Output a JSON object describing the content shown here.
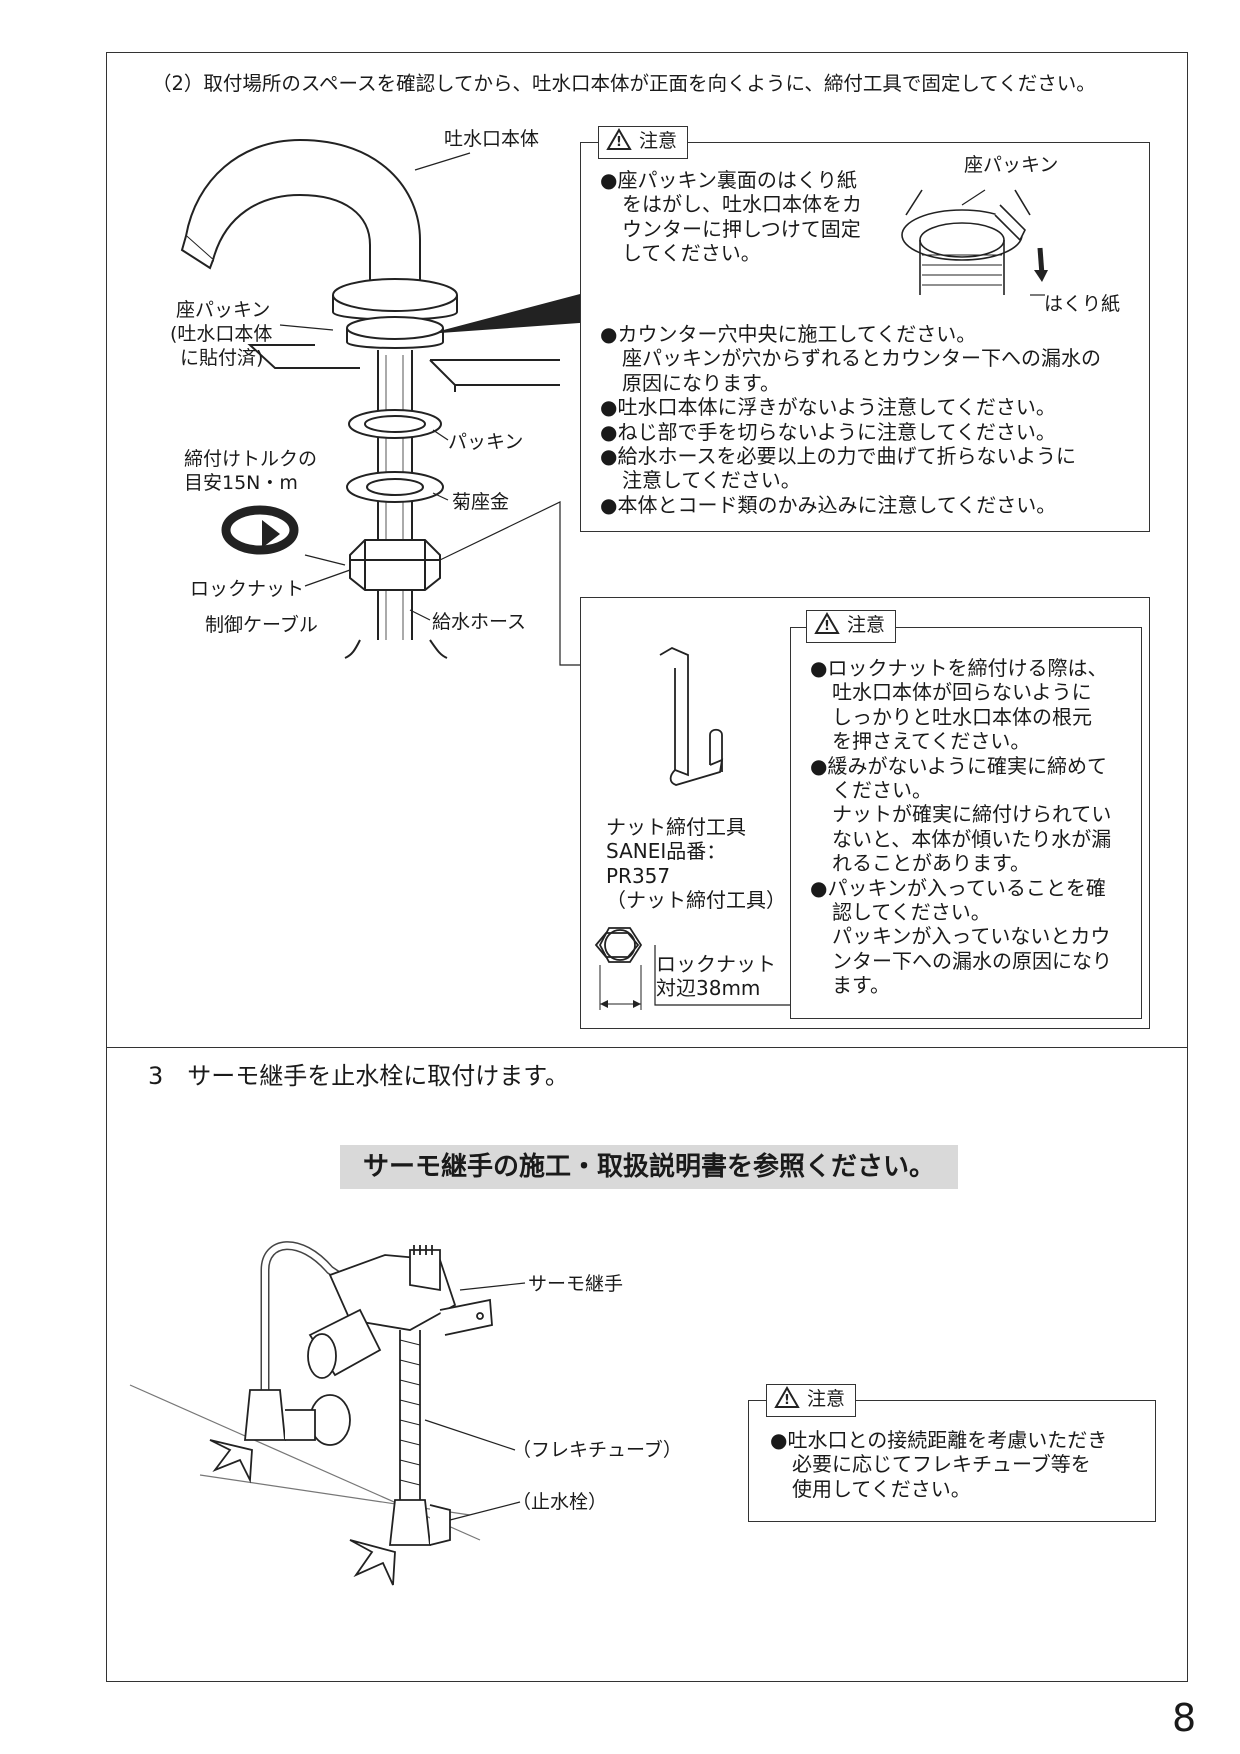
{
  "step2_instruction": "（2）取付場所のスペースを確認してから、吐水口本体が正面を向くように、締付工具で固定してください。",
  "diagram1": {
    "label_spout": "吐水口本体",
    "label_seat_packing": [
      "座パッキン",
      "(吐水口本体",
      "に貼付済)"
    ],
    "label_packing": "パッキン",
    "label_torque": [
      "締付けトルクの",
      "目安15N・m"
    ],
    "label_kikuzagane": "菊座金",
    "label_locknut": "ロックナット",
    "label_cable": "制御ケーブル",
    "label_hose": "給水ホース"
  },
  "caution1": {
    "tag": "注意",
    "lines_top": [
      "●座パッキン裏面のはくり紙",
      "をはがし、吐水口本体をカ",
      "ウンターに押しつけて固定",
      "してください。"
    ],
    "inset_label_top": "座パッキン",
    "inset_label_bottom": "はくり紙",
    "lines_bottom": [
      "●カウンター穴中央に施工してください。",
      "座パッキンが穴からずれるとカウンター下への漏水の",
      "原因になります。",
      "●吐水口本体に浮きがないよう注意してください。",
      "●ねじ部で手を切らないように注意してください。",
      "●給水ホースを必要以上の力で曲げて折らないように",
      "注意してください。",
      "●本体とコード類のかみ込みに注意してください。"
    ]
  },
  "tool": {
    "lines": [
      "ナット締付工具",
      "SANEI品番：",
      "PR357",
      "（ナット締付工具）"
    ],
    "nut_label": [
      "ロックナット",
      "対辺38mm"
    ]
  },
  "caution2": {
    "tag": "注意",
    "lines": [
      "●ロックナットを締付ける際は、",
      "吐水口本体が回らないように",
      "しっかりと吐水口本体の根元",
      "を押さえてください。",
      "●緩みがないように確実に締めて",
      "ください。",
      "ナットが確実に締付けられてい",
      "ないと、本体が傾いたり水が漏",
      "れることがあります。",
      "●パッキンが入っていることを確",
      "認してください。",
      "パッキンが入っていないとカウ",
      "ンター下への漏水の原因になり",
      "ます。"
    ]
  },
  "step3": {
    "heading": "3　サーモ継手を止水栓に取付けます。",
    "banner": "サーモ継手の施工・取扱説明書を参照ください。",
    "label_thermo": "サーモ継手",
    "label_flexi": "（フレキチューブ）",
    "label_valve": "（止水栓）"
  },
  "caution3": {
    "tag": "注意",
    "lines": [
      "●吐水口との接続距離を考慮いただき",
      "必要に応じてフレキチューブ等を",
      "使用してください。"
    ]
  },
  "page_number": "8"
}
